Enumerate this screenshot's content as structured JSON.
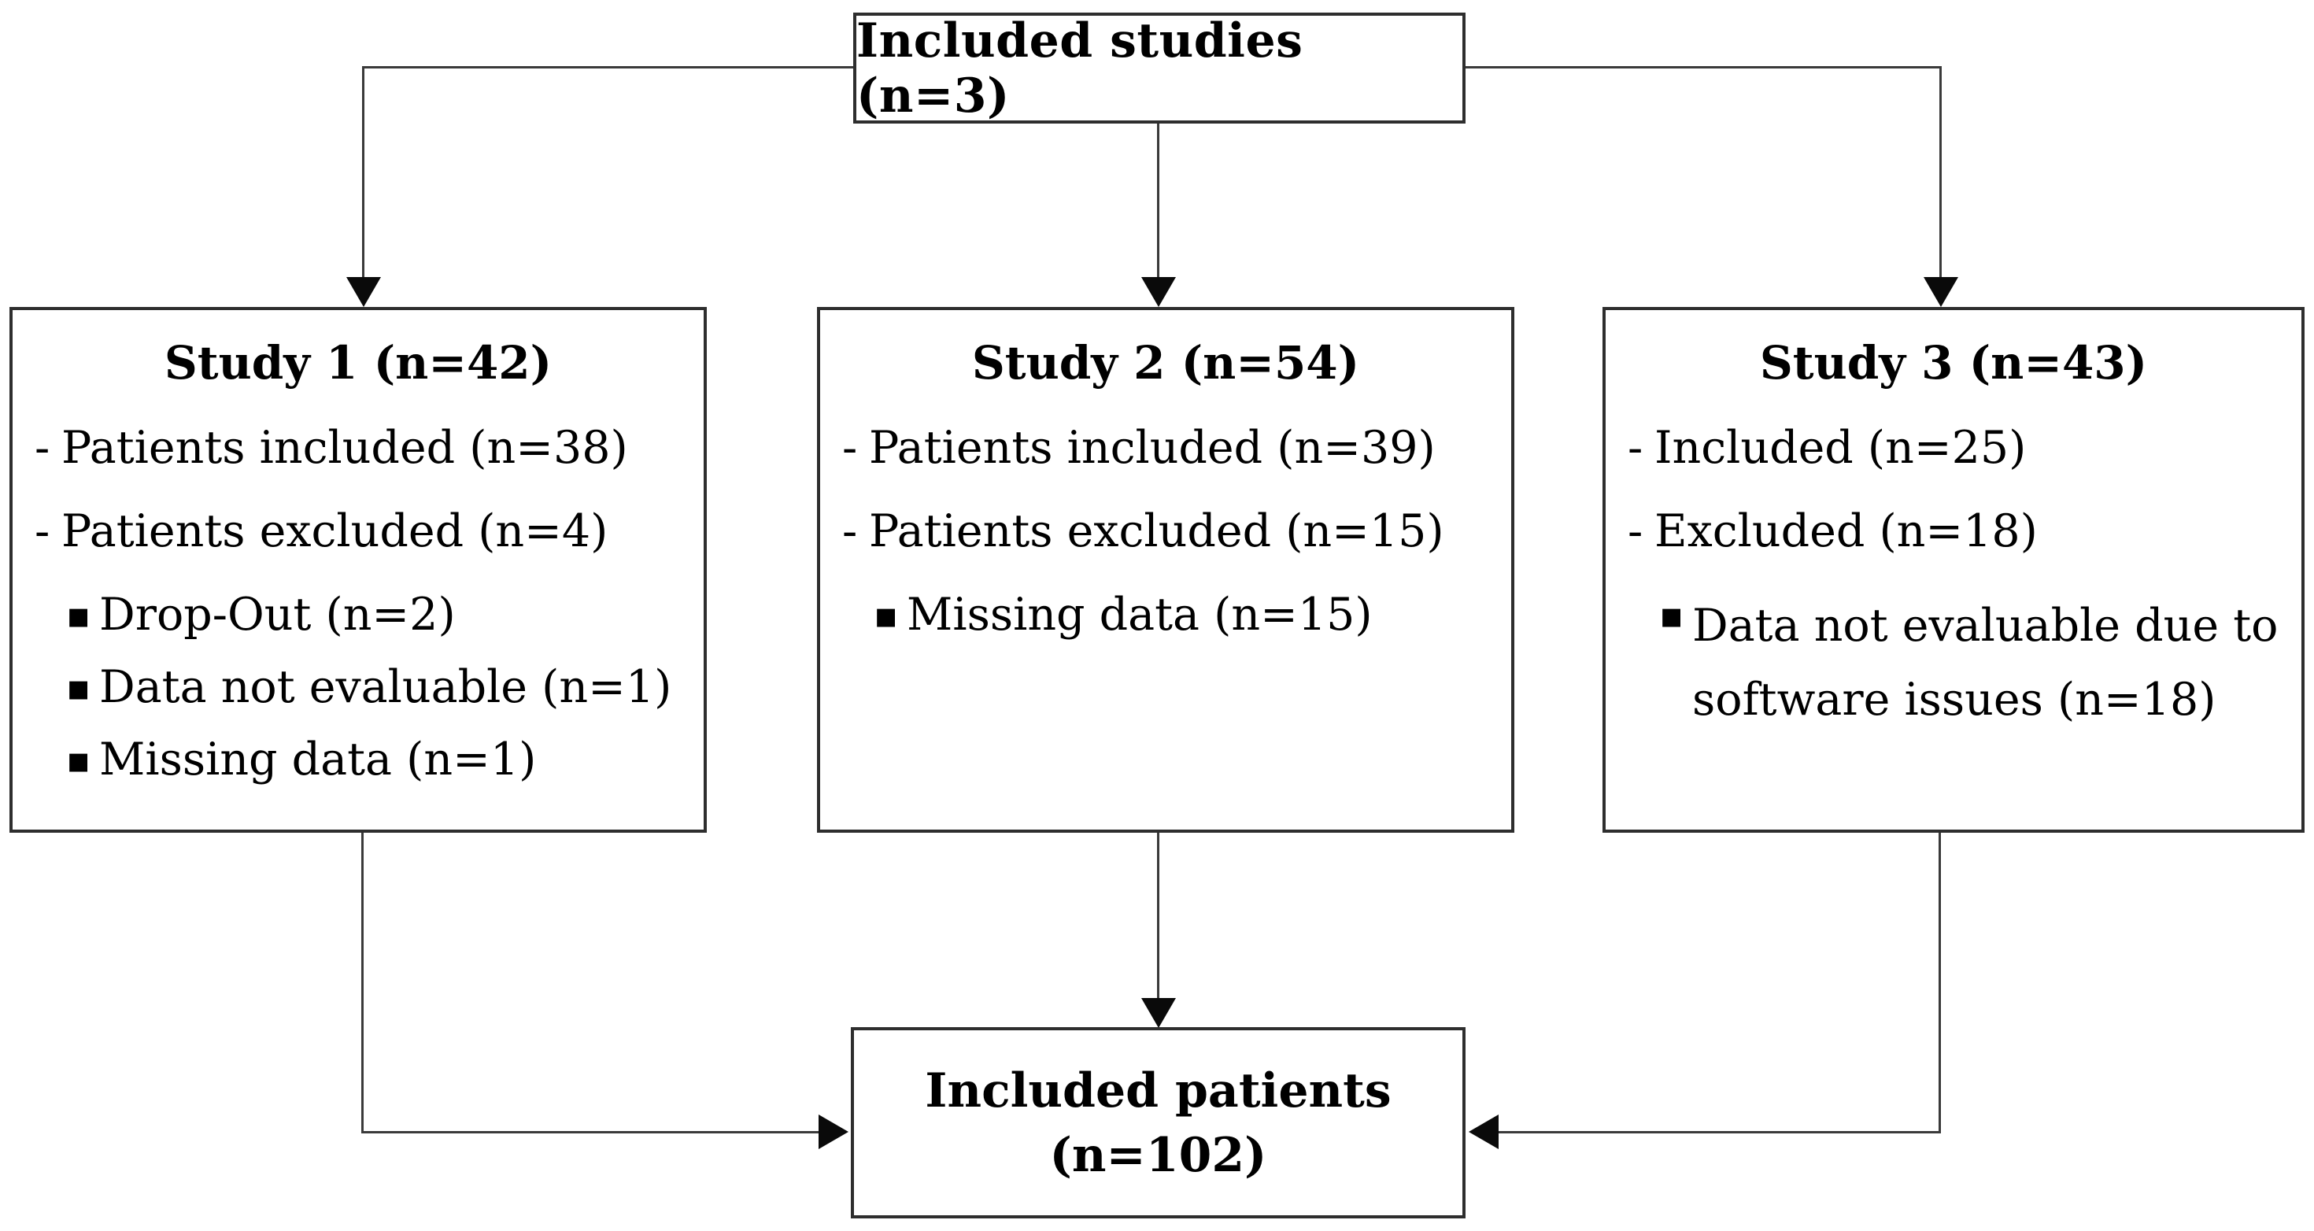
{
  "diagram": {
    "colors": {
      "background": "#ffffff",
      "box_border": "#2e2e2e",
      "connector_line": "#3a3a3a",
      "text": "#000000"
    },
    "top_box": {
      "title": "Included studies (n=3)"
    },
    "studies": [
      {
        "title": "Study 1 (n=42)",
        "items": [
          {
            "marker": "-",
            "text": "Patients included (n=38)"
          },
          {
            "marker": "-",
            "text": "Patients excluded (n=4)"
          },
          {
            "marker": "▪",
            "text": "Drop-Out (n=2)"
          },
          {
            "marker": "▪",
            "text": "Data not evaluable (n=1)"
          },
          {
            "marker": "▪",
            "text": "Missing data (n=1)"
          }
        ]
      },
      {
        "title": "Study 2 (n=54)",
        "items": [
          {
            "marker": "-",
            "text": "Patients included (n=39)"
          },
          {
            "marker": "-",
            "text": "Patients excluded (n=15)"
          },
          {
            "marker": "▪",
            "text": "Missing data (n=15)"
          }
        ]
      },
      {
        "title": "Study 3 (n=43)",
        "items": [
          {
            "marker": "-",
            "text": "Included (n=25)"
          },
          {
            "marker": "-",
            "text": "Excluded (n=18)"
          },
          {
            "marker": "▪",
            "text": "Data not evaluable due to",
            "text_continued": "software issues (n=18)"
          }
        ]
      }
    ],
    "bottom_box": {
      "line1": "Included patients",
      "line2": "(n=102)"
    }
  }
}
